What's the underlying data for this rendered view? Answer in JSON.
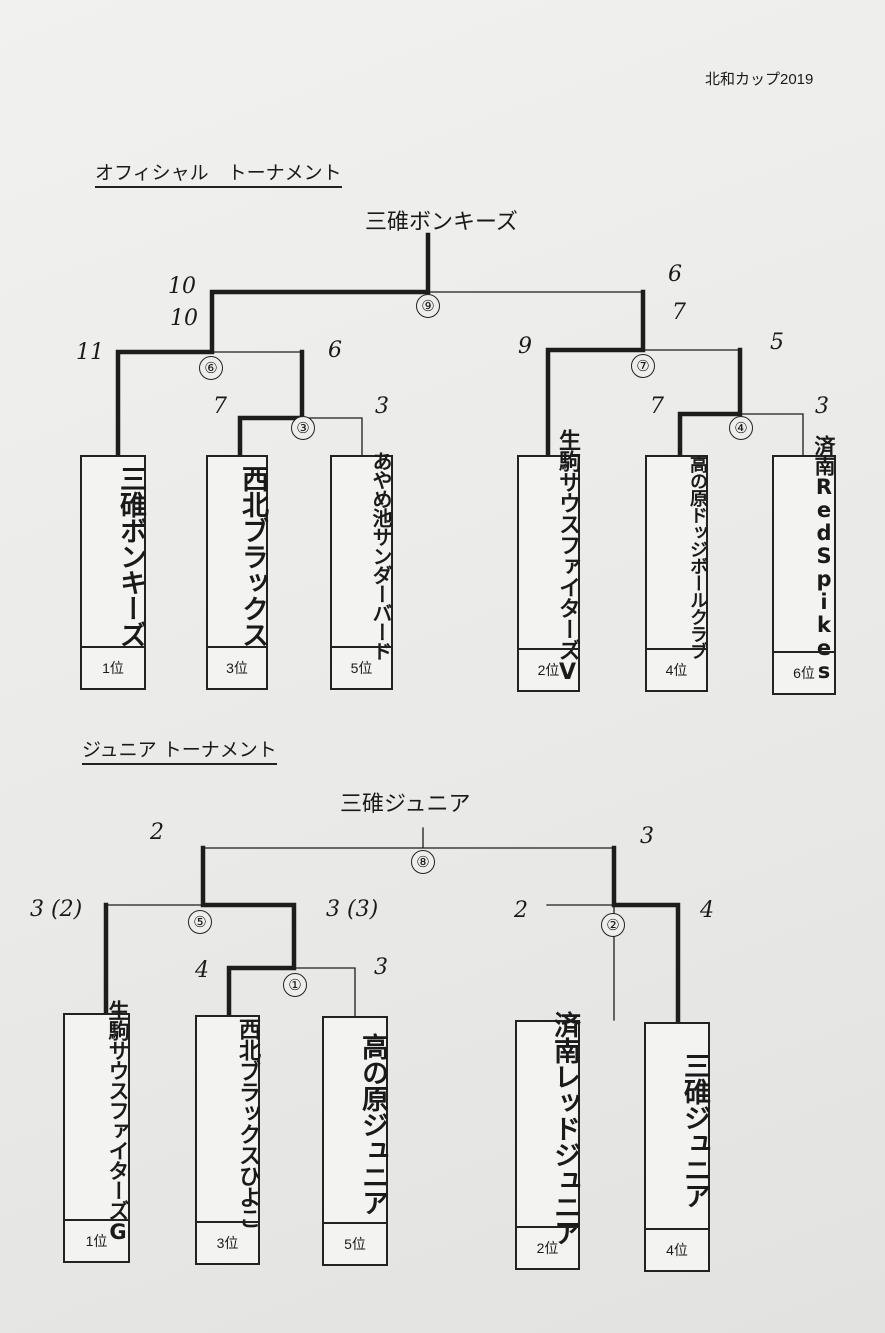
{
  "title": "北和カップ2019",
  "official": {
    "heading": "オフィシャル　トーナメント",
    "champion": "三碓ボンキーズ",
    "matches": {
      "m9": {
        "no": "⑨",
        "left": "10",
        "right": "6"
      },
      "m6": {
        "no": "⑥",
        "left": "11",
        "right": "6",
        "up": "10"
      },
      "m3": {
        "no": "③",
        "left": "7",
        "right": "3"
      },
      "m7": {
        "no": "⑦",
        "left": "9",
        "right": "5",
        "up": "7"
      },
      "m4": {
        "no": "④",
        "left": "7",
        "right": "3"
      }
    },
    "teams": [
      {
        "name": "三碓ボンキーズ",
        "rank": "1位"
      },
      {
        "name": "西北ブラックス",
        "rank": "3位"
      },
      {
        "name": "あやめ池サンダーバード",
        "rank": "5位"
      },
      {
        "name": "生駒サウスファイターズV",
        "rank": "2位"
      },
      {
        "name": "高の原ドッジボールクラブ",
        "rank": "4位"
      },
      {
        "name": "済南RedSpikes",
        "rank": "6位"
      }
    ]
  },
  "junior": {
    "heading": "ジュニア トーナメント",
    "champion": "三碓ジュニア",
    "matches": {
      "m8": {
        "no": "⑧",
        "left": "2",
        "right": "3"
      },
      "m5": {
        "no": "⑤",
        "left": "3 (2)",
        "right": "3 (3)"
      },
      "m1": {
        "no": "①",
        "left": "4",
        "right": "3"
      },
      "m2": {
        "no": "②",
        "left": "2",
        "right": "4"
      }
    },
    "teams": [
      {
        "name": "生駒サウスファイターズG",
        "rank": "1位"
      },
      {
        "name": "西北ブラックスひよこ",
        "rank": "3位"
      },
      {
        "name": "高の原ジュニア",
        "rank": "5位"
      },
      {
        "name": "済南レッドジュニア",
        "rank": "2位"
      },
      {
        "name": "三碓ジュニア",
        "rank": "4位"
      }
    ]
  }
}
